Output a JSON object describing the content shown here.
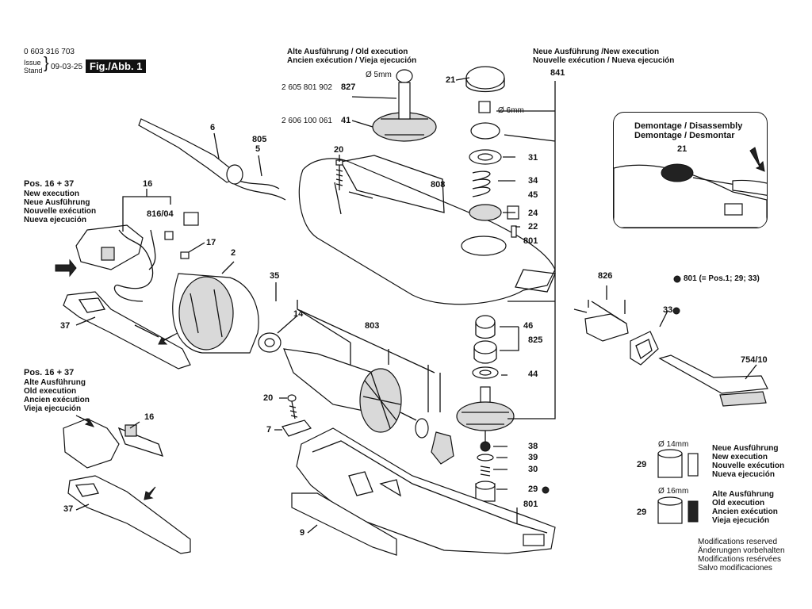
{
  "header": {
    "doc_number": "0 603 316 703",
    "issue_label": "Issue",
    "stand_label": "Stand",
    "date": "09-03-25",
    "figure": "Fig./Abb. 1"
  },
  "old_execution_top": {
    "line1": "Alte Ausführung / Old execution",
    "line2": "Ancien exécution / Vieja ejecución"
  },
  "new_execution_top": {
    "line1": "Neue Ausführung /New execution",
    "line2": "Nouvelle exécution / Nueva ejecución"
  },
  "pos_new": {
    "title": "Pos. 16 + 37",
    "lines": [
      "New execution",
      "Neue Ausführung",
      "Nouvelle exécution",
      "Nueva ejecución"
    ]
  },
  "pos_old": {
    "title": "Pos. 16 + 37",
    "lines": [
      "Alte Ausführung",
      "Old execution",
      "Ancien exécution",
      "Vieja ejecución"
    ]
  },
  "inset": {
    "title1": "Demontage / Disassembly",
    "title2": "Demontage / Desmontar",
    "part": "21"
  },
  "part_numbers": {
    "p827_code": "2 605 801 902",
    "p41_code": "2 606 100 061",
    "d5mm": "Ø 5mm",
    "d6mm": "Ø 6mm",
    "d14mm": "Ø 14mm",
    "d16mm": "Ø 16mm"
  },
  "labels": {
    "l6": "6",
    "l805": "805",
    "l5": "5",
    "l20a": "20",
    "l808": "808",
    "l827": "827",
    "l41": "41",
    "l21": "21",
    "l841": "841",
    "l31": "31",
    "l34": "34",
    "l45": "45",
    "l24": "24",
    "l22": "22",
    "l801a": "801",
    "l16a": "16",
    "l816": "816/04",
    "l17": "17",
    "l2": "2",
    "l35": "35",
    "l14": "14",
    "l803": "803",
    "l37a": "37",
    "l46": "46",
    "l825": "825",
    "l44": "44",
    "l826": "826",
    "l33": "33",
    "l754": "754/10",
    "l20b": "20",
    "l7": "7",
    "l9": "9",
    "l38": "38",
    "l39": "39",
    "l30": "30",
    "l29a": "29",
    "l801b": "801",
    "l16b": "16",
    "l37b": "37",
    "l29b": "29",
    "l29c": "29"
  },
  "note_801": "801 (= Pos.1; 29; 33)",
  "legend_new": [
    "Neue Ausführung",
    "New execution",
    "Nouvelle exécution",
    "Nueva ejecución"
  ],
  "legend_old": [
    "Alte Ausführung",
    "Old execution",
    "Ancien exécution",
    "Vieja ejecución"
  ],
  "modifications": [
    "Modifications reserved",
    "Änderungen vorbehalten",
    "Modifications resérvées",
    "Salvo modificaciones"
  ]
}
